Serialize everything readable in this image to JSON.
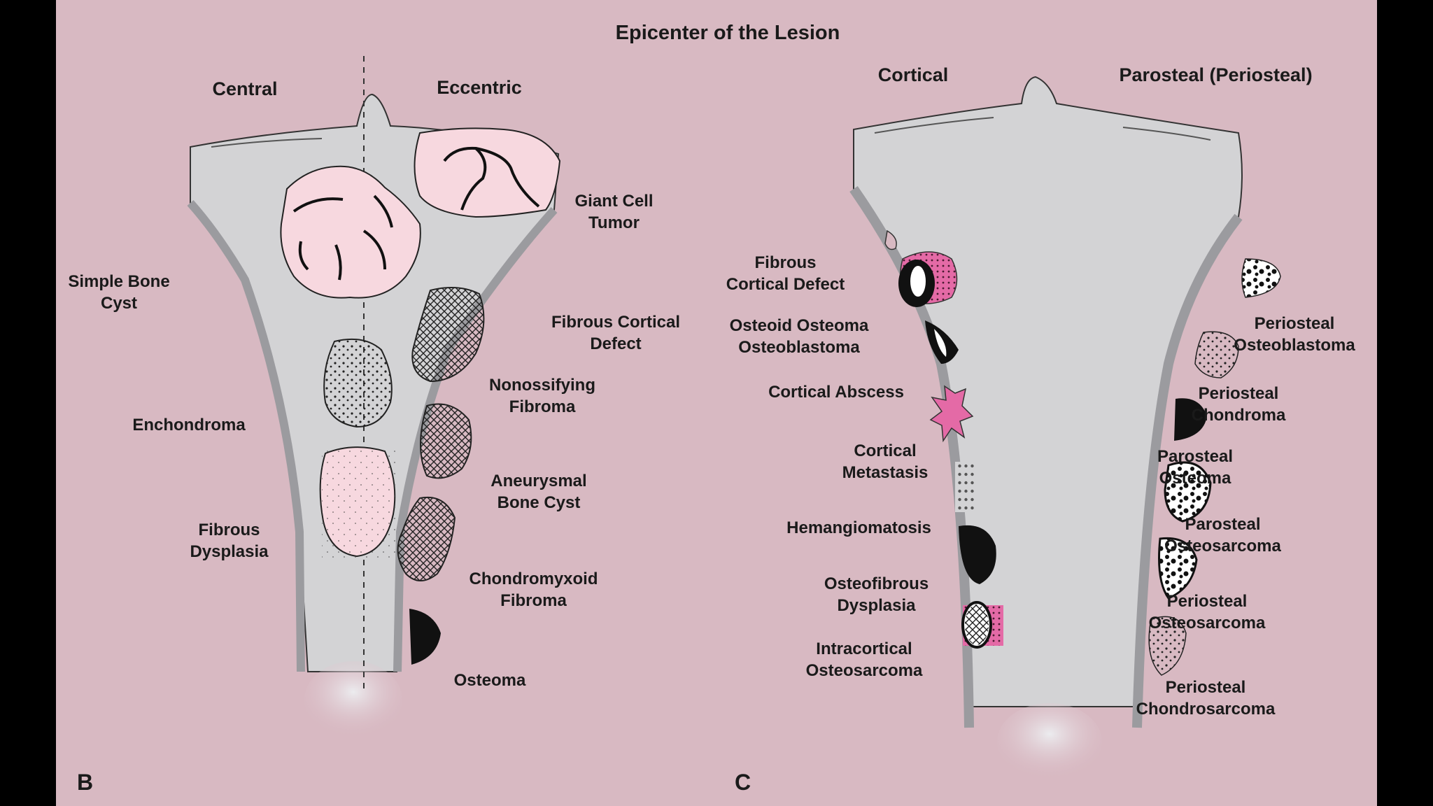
{
  "title": "Epicenter of the Lesion",
  "panel_b": {
    "letter": "B",
    "headers": {
      "central": "Central",
      "eccentric": "Eccentric"
    },
    "labels": {
      "simple_bone_cyst": [
        "Simple Bone",
        "Cyst"
      ],
      "giant_cell_tumor": [
        "Giant Cell",
        "Tumor"
      ],
      "fibrous_cortical_defect": [
        "Fibrous Cortical",
        "Defect"
      ],
      "nonossifying_fibroma": [
        "Nonossifying",
        "Fibroma"
      ],
      "enchondroma": [
        "Enchondroma"
      ],
      "aneurysmal_bone_cyst": [
        "Aneurysmal",
        "Bone Cyst"
      ],
      "fibrous_dysplasia": [
        "Fibrous",
        "Dysplasia"
      ],
      "chondromyxoid_fibroma": [
        "Chondromyxoid",
        "Fibroma"
      ],
      "osteoma": [
        "Osteoma"
      ]
    }
  },
  "panel_c": {
    "letter": "C",
    "headers": {
      "cortical": "Cortical",
      "parosteal": "Parosteal (Periosteal)"
    },
    "labels": {
      "fibrous_cortical_defect": [
        "Fibrous",
        "Cortical Defect"
      ],
      "osteoid_osteoma": [
        "Osteoid Osteoma",
        "Osteoblastoma"
      ],
      "cortical_abscess": [
        "Cortical Abscess"
      ],
      "cortical_metastasis": [
        "Cortical",
        "Metastasis"
      ],
      "hemangiomatosis": [
        "Hemangiomatosis"
      ],
      "osteofibrous_dysplasia": [
        "Osteofibrous",
        "Dysplasia"
      ],
      "intracortical_osteosarcoma": [
        "Intracortical",
        "Osteosarcoma"
      ],
      "periosteal_osteoblastoma": [
        "Periosteal",
        "Osteoblastoma"
      ],
      "periosteal_chondroma": [
        "Periosteal",
        "Chondroma"
      ],
      "parosteal_osteoma": [
        "Parosteal",
        "Osteoma"
      ],
      "parosteal_osteosarcoma": [
        "Parosteal",
        "Osteosarcoma"
      ],
      "periosteal_osteosarcoma": [
        "Periosteal",
        "Osteosarcoma"
      ],
      "periosteal_chondrosarcoma": [
        "Periosteal",
        "Chondrosarcoma"
      ]
    }
  },
  "colors": {
    "background": "#d8b9c2",
    "frame": "#000000",
    "bone": "#d3d3d5",
    "cortex": "#9b9b9f",
    "lesion_pink": "#f7d8df",
    "hot_pink": "#e46aa6",
    "ink": "#1a1a1a"
  }
}
